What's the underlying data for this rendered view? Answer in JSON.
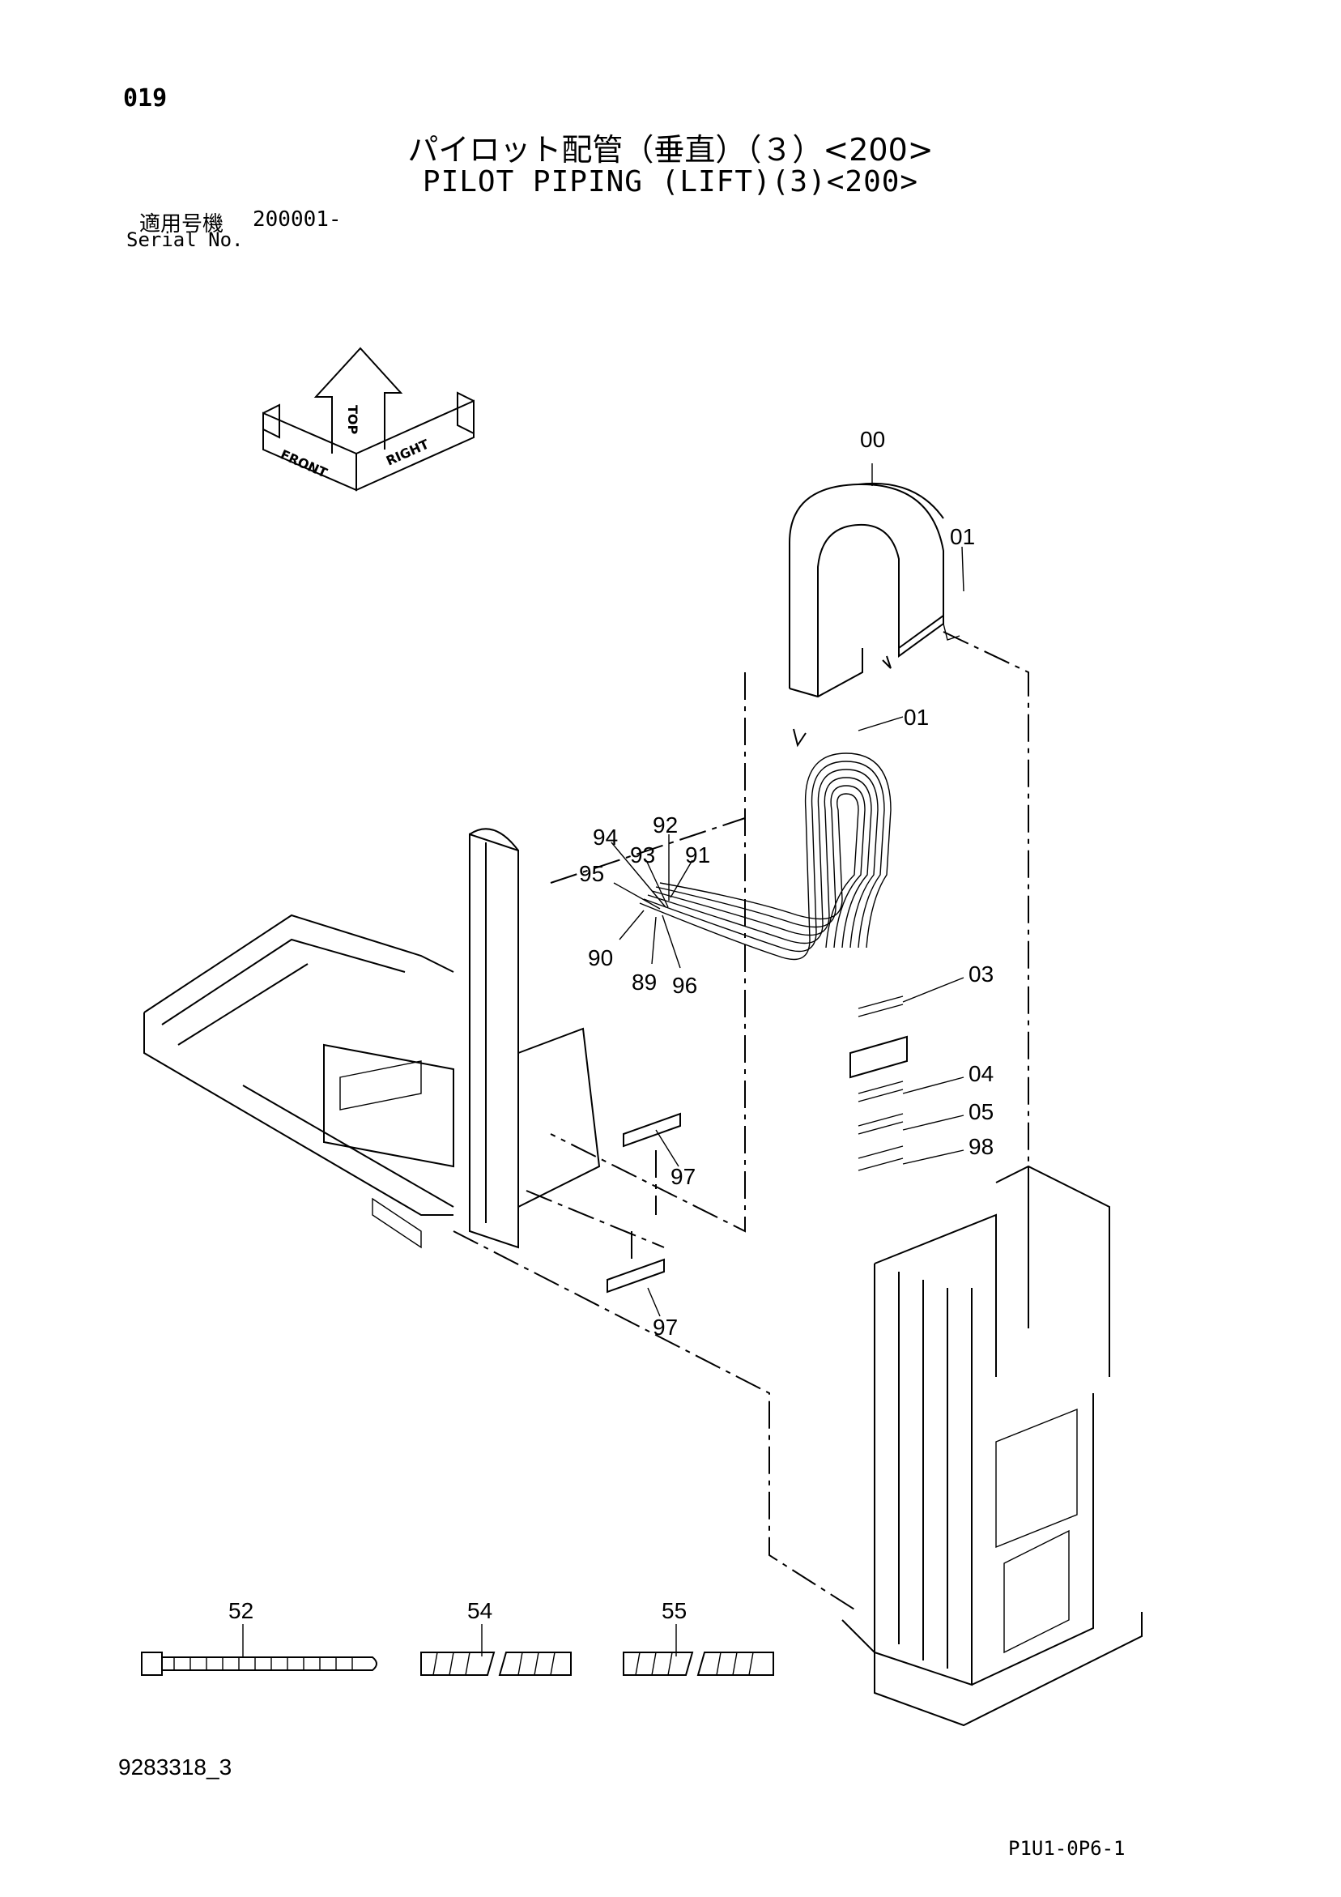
{
  "page_number": "019",
  "title_jp": "パイロット配管（垂直）（３）<200>",
  "title_en": "PILOT PIPING (LIFT)(3)<200>",
  "serial": {
    "label_jp": "適用号機",
    "value": "200001-",
    "label_en": "Serial No."
  },
  "direction_indicator": {
    "front": "FRONT",
    "top": "TOP",
    "right": "RIGHT"
  },
  "part_labels": {
    "p00": "00",
    "p01a": "01",
    "p01b": "01",
    "p94": "94",
    "p92": "92",
    "p93": "93",
    "p91": "91",
    "p95": "95",
    "p90": "90",
    "p89": "89",
    "p96": "96",
    "p03": "03",
    "p04": "04",
    "p05": "05",
    "p98": "98",
    "p97a": "97",
    "p97b": "97",
    "p52": "52",
    "p54": "54",
    "p55": "55"
  },
  "document_number": "9283318_3",
  "page_code": "P1U1-0P6-1"
}
